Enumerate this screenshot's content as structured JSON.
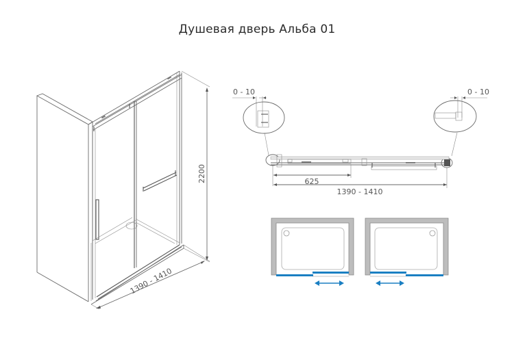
{
  "title": "Душевая дверь Альба 01",
  "perspective_view": {
    "height_label": "2200",
    "width_label": "1390 - 1410"
  },
  "plan_view": {
    "left_gap_label": "0 - 10",
    "right_gap_label": "0 - 10",
    "door_width_label": "625",
    "total_width_label": "1390 - 1410"
  },
  "layout_schemes": [
    {
      "name": "left-fixed-right-sliding",
      "arrow": "both"
    },
    {
      "name": "right-fixed-left-sliding",
      "arrow": "both"
    }
  ],
  "colors": {
    "glass_panel": "#1a7fc2",
    "wall": "#bdbdbd",
    "arrow": "#1a7fc2",
    "line": "#6a6a6a"
  }
}
